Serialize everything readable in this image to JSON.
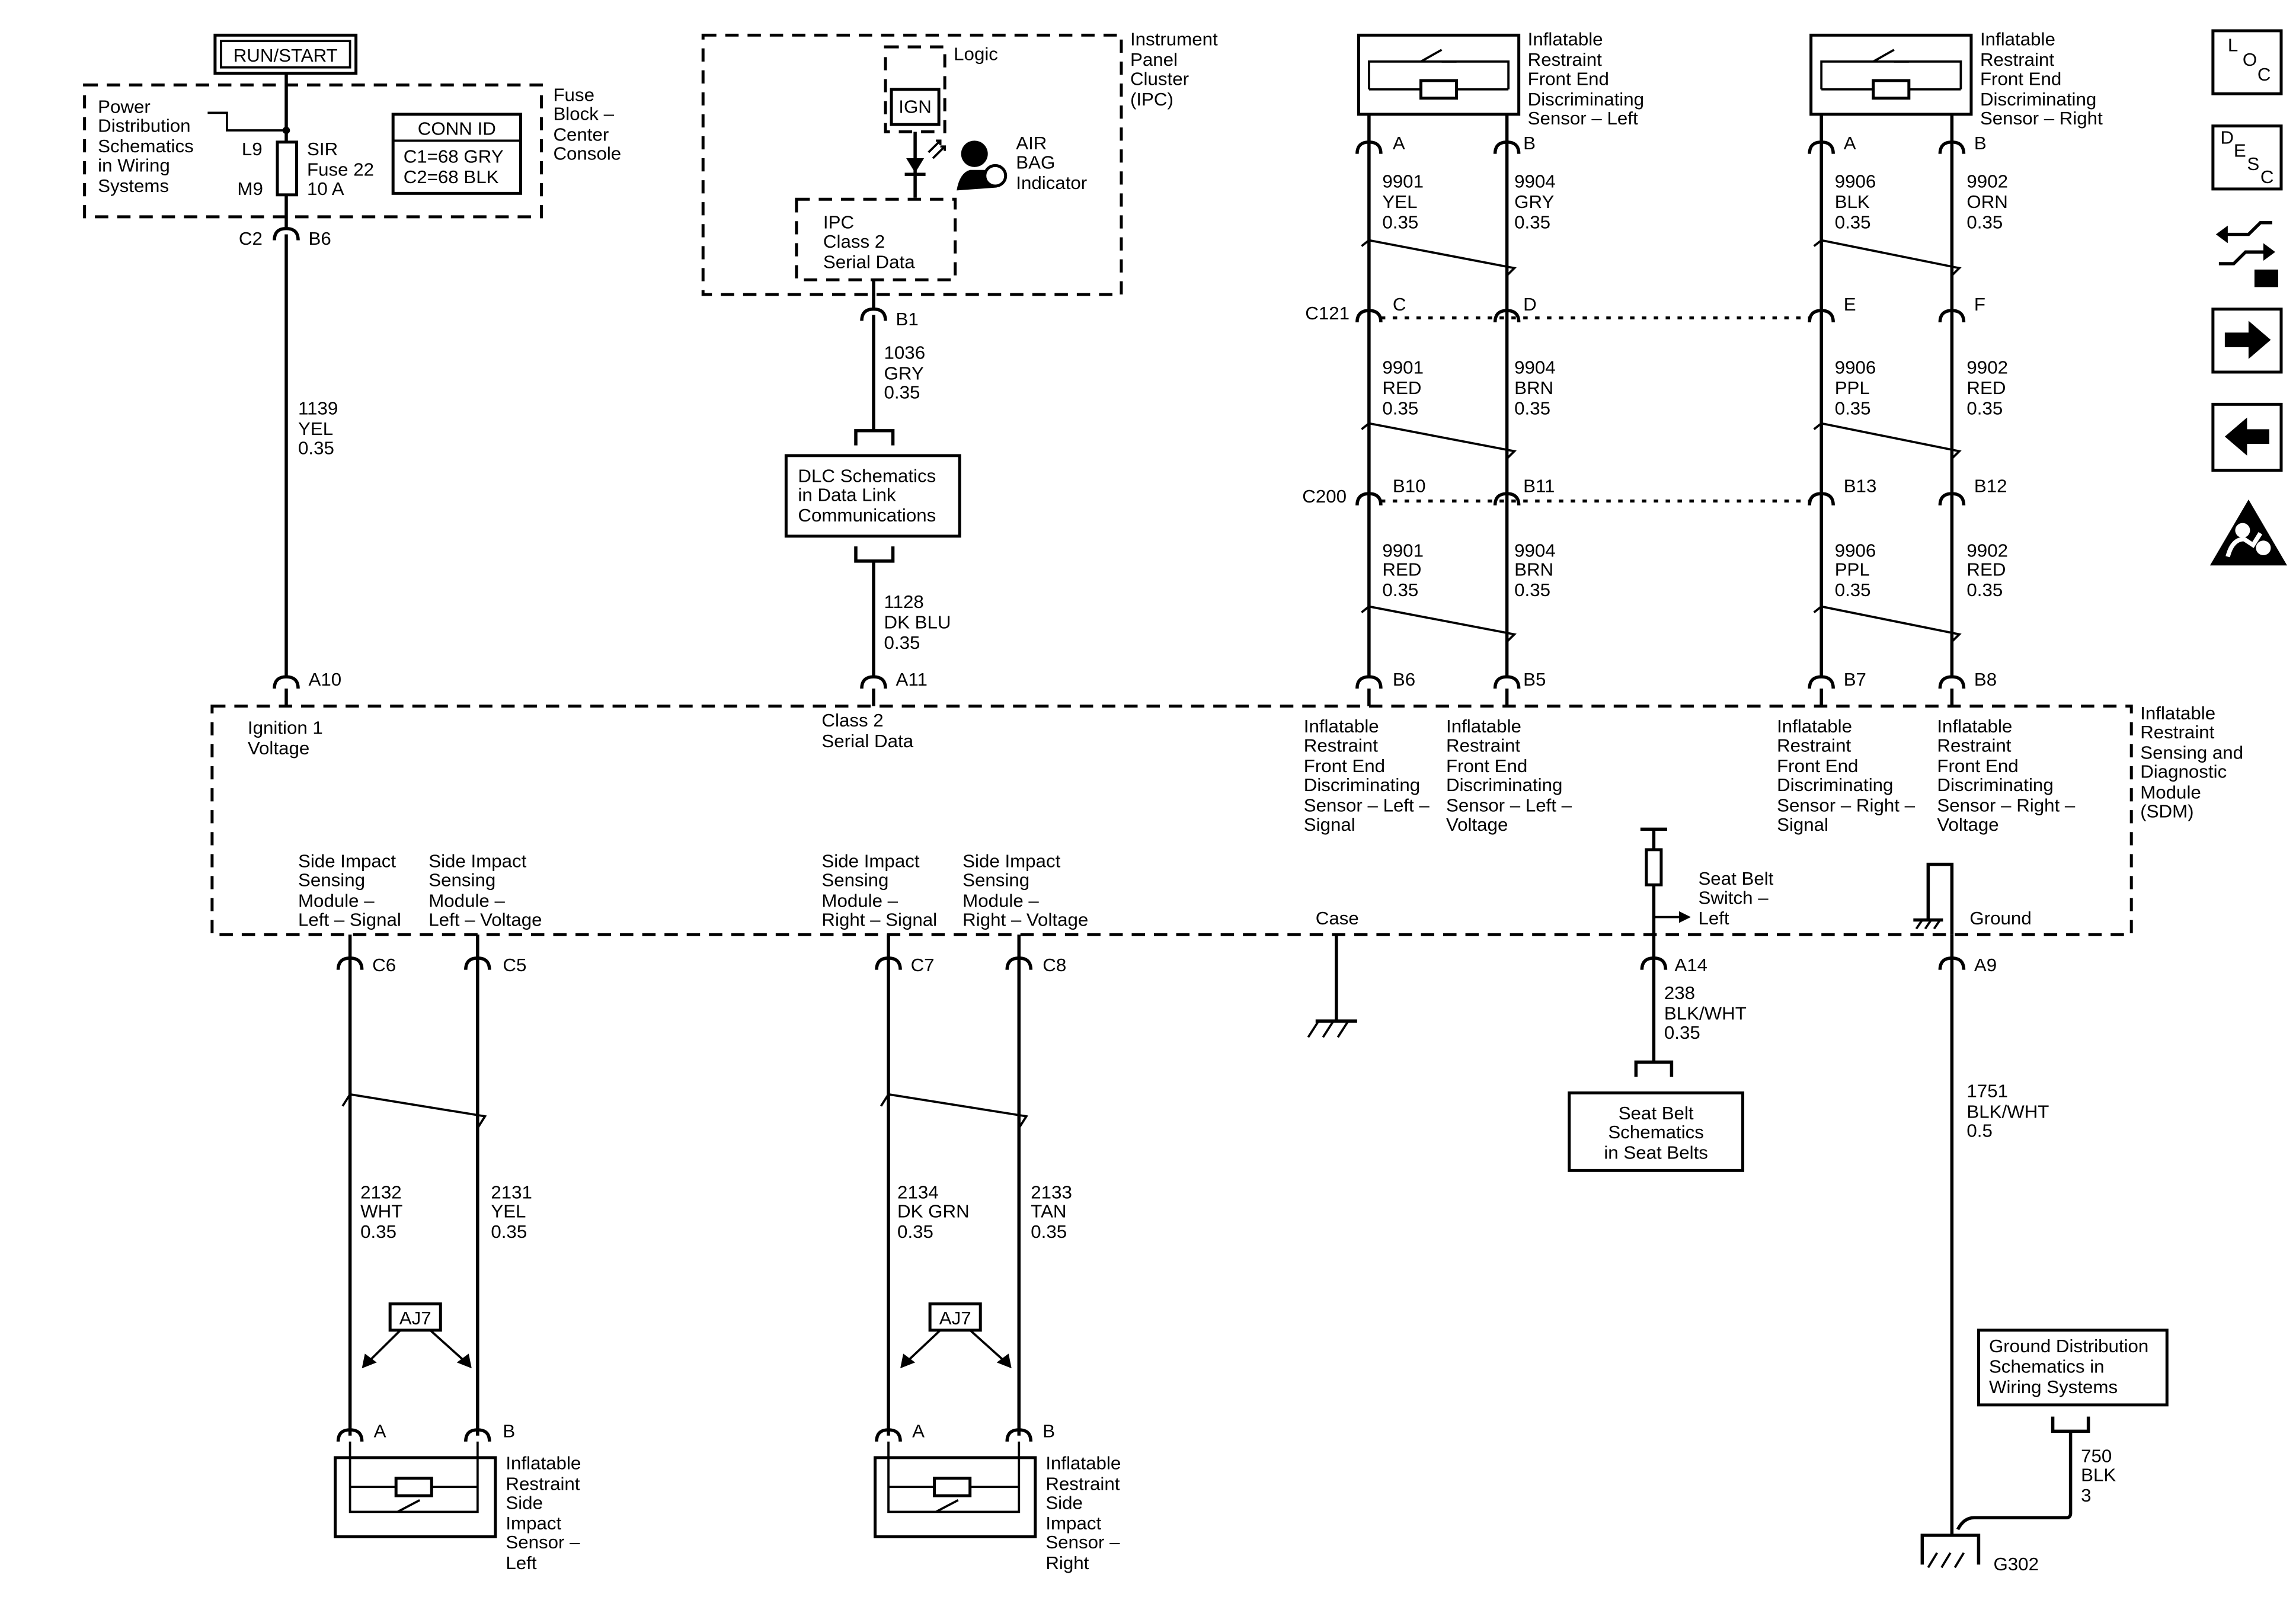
{
  "power": {
    "run_start": "RUN/START",
    "pd_lines": [
      "Power",
      "Distribution",
      "Schematics",
      "in Wiring",
      "Systems"
    ],
    "l9": "L9",
    "m9": "M9",
    "fuse_lines": [
      "SIR",
      "Fuse 22",
      "10 A"
    ],
    "conn_id_title": "CONN ID",
    "conn_id_lines": [
      "C1=68 GRY",
      "C2=68 BLK"
    ],
    "fuse_block_lines": [
      "Fuse",
      "Block –",
      "Center",
      "Console"
    ],
    "c2": "C2",
    "b6": "B6",
    "wire_lines": [
      "1139",
      "YEL",
      "0.35"
    ]
  },
  "ipc": {
    "logic": "Logic",
    "ign": "IGN",
    "airbag_lines": [
      "AIR",
      "BAG",
      "Indicator"
    ],
    "inner_lines": [
      "IPC",
      "Class 2",
      "Serial Data"
    ],
    "title_lines": [
      "Instrument",
      "Panel",
      "Cluster",
      "(IPC)"
    ],
    "b1": "B1",
    "wire1_lines": [
      "1036",
      "GRY",
      "0.35"
    ],
    "dlc_lines": [
      "DLC Schematics",
      "in Data Link",
      "Communications"
    ],
    "wire2_lines": [
      "1128",
      "DK BLU",
      "0.35"
    ]
  },
  "front_left": {
    "sensor_lines": [
      "Inflatable",
      "Restraint",
      "Front End",
      "Discriminating",
      "Sensor – Left"
    ],
    "pin_a": "A",
    "pin_b": "B",
    "w1a": [
      "9901",
      "YEL",
      "0.35"
    ],
    "w1b": [
      "9904",
      "GRY",
      "0.35"
    ],
    "c121": "C121",
    "pin_c": "C",
    "pin_d": "D",
    "w2a": [
      "9901",
      "RED",
      "0.35"
    ],
    "w2b": [
      "9904",
      "BRN",
      "0.35"
    ],
    "c200": "C200",
    "b10": "B10",
    "b11": "B11",
    "w3a": [
      "9901",
      "RED",
      "0.35"
    ],
    "w3b": [
      "9904",
      "BRN",
      "0.35"
    ],
    "b6": "B6",
    "b5": "B5"
  },
  "front_right": {
    "sensor_lines": [
      "Inflatable",
      "Restraint",
      "Front End",
      "Discriminating",
      "Sensor – Right"
    ],
    "pin_a": "A",
    "pin_b": "B",
    "w1a": [
      "9906",
      "BLK",
      "0.35"
    ],
    "w1b": [
      "9902",
      "ORN",
      "0.35"
    ],
    "pin_e": "E",
    "pin_f": "F",
    "w2a": [
      "9906",
      "PPL",
      "0.35"
    ],
    "w2b": [
      "9902",
      "RED",
      "0.35"
    ],
    "b13": "B13",
    "b12": "B12",
    "w3a": [
      "9906",
      "PPL",
      "0.35"
    ],
    "w3b": [
      "9902",
      "RED",
      "0.35"
    ],
    "b7": "B7",
    "b8": "B8"
  },
  "sdm": {
    "title_lines": [
      "Inflatable",
      "Restraint",
      "Sensing and",
      "Diagnostic",
      "Module",
      "(SDM)"
    ],
    "a10": "A10",
    "a11": "A11",
    "ignition_lines": [
      "Ignition 1",
      "Voltage"
    ],
    "class2_lines": [
      "Class 2",
      "Serial Data"
    ],
    "fl_signal": [
      "Inflatable",
      "Restraint",
      "Front End",
      "Discriminating",
      "Sensor – Left –",
      "Signal"
    ],
    "fl_voltage": [
      "Inflatable",
      "Restraint",
      "Front End",
      "Discriminating",
      "Sensor – Left –",
      "Voltage"
    ],
    "fr_signal": [
      "Inflatable",
      "Restraint",
      "Front End",
      "Discriminating",
      "Sensor – Right –",
      "Signal"
    ],
    "fr_voltage": [
      "Inflatable",
      "Restraint",
      "Front End",
      "Discriminating",
      "Sensor – Right –",
      "Voltage"
    ],
    "sl_signal": [
      "Side Impact",
      "Sensing",
      "Module –",
      "Left – Signal"
    ],
    "sl_voltage": [
      "Side Impact",
      "Sensing",
      "Module –",
      "Left – Voltage"
    ],
    "sr_signal": [
      "Side Impact",
      "Sensing",
      "Module –",
      "Right – Signal"
    ],
    "sr_voltage": [
      "Side Impact",
      "Sensing",
      "Module –",
      "Right – Voltage"
    ],
    "case": "Case",
    "seatbelt_switch": [
      "Seat Belt",
      "Switch –",
      "Left"
    ],
    "ground": "Ground"
  },
  "side_left": {
    "c6": "C6",
    "c5": "C5",
    "wa": [
      "2132",
      "WHT",
      "0.35"
    ],
    "wb": [
      "2131",
      "YEL",
      "0.35"
    ],
    "aj7": "AJ7",
    "pin_a": "A",
    "pin_b": "B",
    "sensor_lines": [
      "Inflatable",
      "Restraint",
      "Side",
      "Impact",
      "Sensor –",
      "Left"
    ]
  },
  "side_right": {
    "c7": "C7",
    "c8": "C8",
    "wa": [
      "2134",
      "DK GRN",
      "0.35"
    ],
    "wb": [
      "2133",
      "TAN",
      "0.35"
    ],
    "aj7": "AJ7",
    "pin_a": "A",
    "pin_b": "B",
    "sensor_lines": [
      "Inflatable",
      "Restraint",
      "Side",
      "Impact",
      "Sensor –",
      "Right"
    ]
  },
  "seatbelt": {
    "a14": "A14",
    "wire": [
      "238",
      "BLK/WHT",
      "0.35"
    ],
    "box_lines": [
      "Seat Belt",
      "Schematics",
      "in Seat Belts"
    ]
  },
  "ground": {
    "a9": "A9",
    "wire": [
      "1751",
      "BLK/WHT",
      "0.5"
    ],
    "dist_lines": [
      "Ground Distribution",
      "Schematics in",
      "Wiring Systems"
    ],
    "wire2": [
      "750",
      "BLK",
      "3"
    ],
    "g302": "G302"
  },
  "nav": {
    "loc": [
      "L",
      "O",
      "C"
    ],
    "desc": [
      "D",
      "E",
      "S",
      "C"
    ],
    "icons": [
      "loc-icon",
      "desc-icon",
      "connector-swap-icon",
      "next-arrow-icon",
      "previous-arrow-icon",
      "airbag-warning-icon"
    ]
  }
}
